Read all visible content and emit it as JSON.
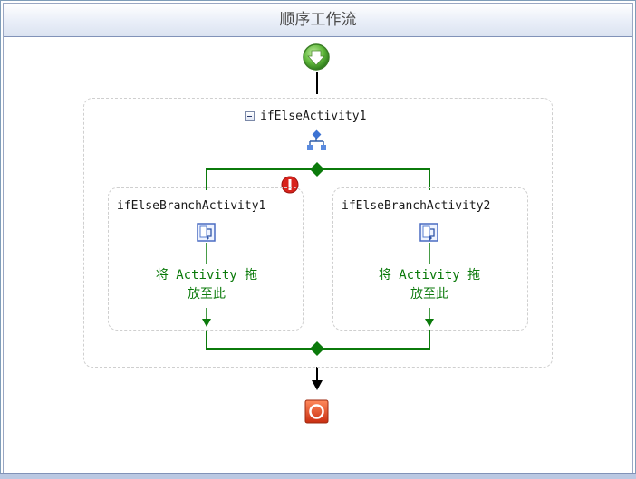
{
  "window": {
    "title": "顺序工作流"
  },
  "workflow": {
    "ifelse_activity": {
      "name": "ifElseActivity1"
    },
    "branches": [
      {
        "name": "ifElseBranchActivity1",
        "drop_text_line1": "将 Activity 拖",
        "drop_text_line2": "放至此",
        "has_error": true
      },
      {
        "name": "ifElseBranchActivity2",
        "drop_text_line1": "将 Activity 拖",
        "drop_text_line2": "放至此",
        "has_error": false
      }
    ]
  },
  "colors": {
    "connector_green": "#0b7a0b",
    "connector_black": "#000000",
    "start_green": "#5fb83b",
    "end_red": "#e2461e",
    "error_red": "#d8231c",
    "title_bar": "#dbe3f1"
  },
  "icons": {
    "start": "start-arrow-icon",
    "end": "stop-icon",
    "ifelse": "ifelse-branch-icon",
    "branch": "branch-activity-icon",
    "error": "error-icon",
    "collapse": "collapse-icon"
  }
}
